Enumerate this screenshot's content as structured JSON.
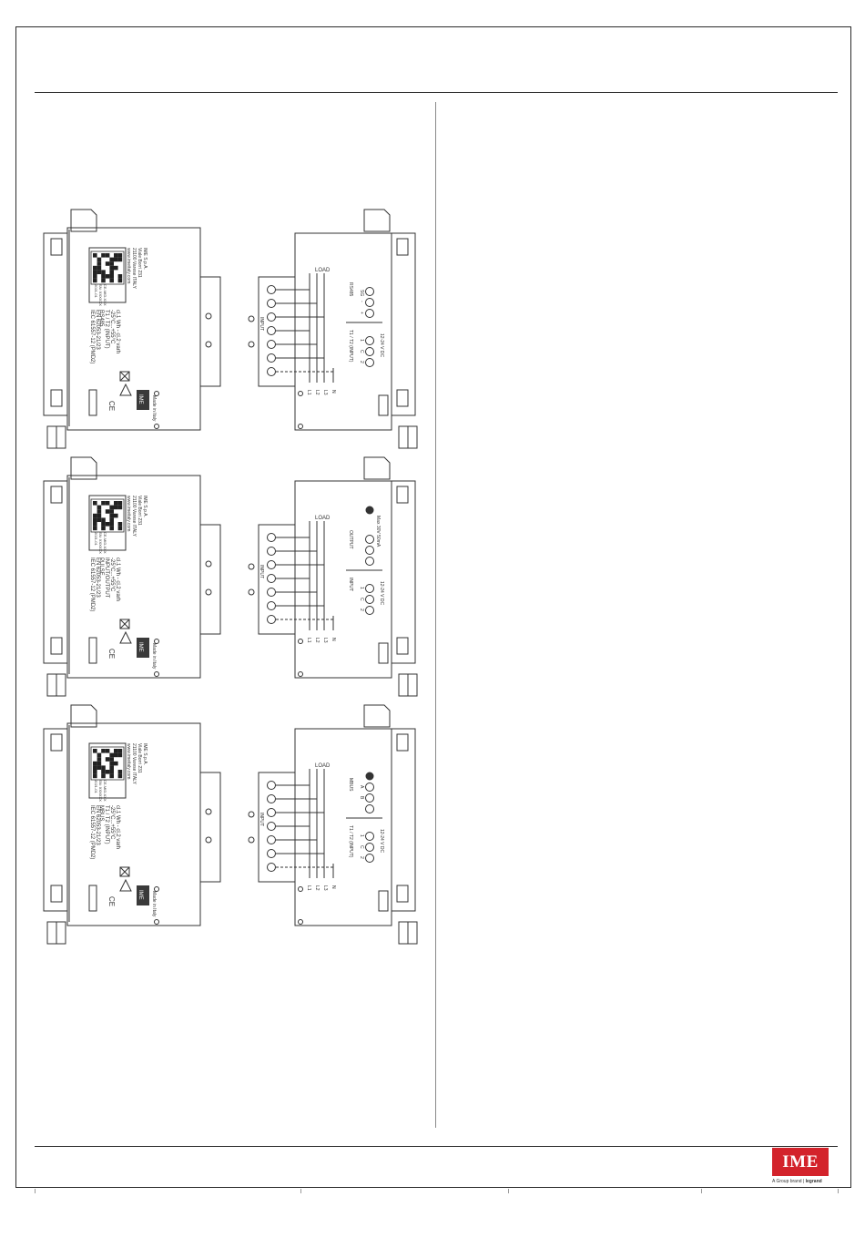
{
  "brand": {
    "logo_text": "IME",
    "tagline_prefix": "A Group brand",
    "tagline_brand": "legrand"
  },
  "devices": [
    {
      "front": {
        "manufacturer_lines": [
          "IME S.p.A.",
          "Viale Borri 231",
          "21100 Varese ITALY",
          "www.imeitaly.com"
        ],
        "qr_caption_lines": [
          "CE-MID-XXX",
          "SN: XXXXXX",
          "2021-01"
        ],
        "class_lines": [
          "cl.1 Wh - cl.2 varh",
          "-25°C...+55°C",
          "T1 / T2 (INPUT)",
          "RS485"
        ],
        "standards_lines": [
          "EN 62053-21/23",
          "IEC 61557-12 (PMD2)"
        ],
        "made_in": "Made in Italy",
        "badge": "IME"
      },
      "back": {
        "load_label": "LOAD",
        "input_label": "INPUT",
        "phase_labels": [
          "L1",
          "L2",
          "L3",
          "N"
        ],
        "comm_title": "RS485",
        "comm_terminals": [
          "SG",
          "-",
          "+"
        ],
        "input_title": "T1 / T2 (INPUT)",
        "input_terminals": [
          "1",
          "C",
          "2"
        ],
        "supply_label": "12-24 V DC"
      }
    },
    {
      "front": {
        "manufacturer_lines": [
          "IME S.p.A.",
          "Viale Borri 231",
          "21100 Varese ITALY",
          "www.imeitaly.com"
        ],
        "qr_caption_lines": [
          "CE-MID-XXX",
          "SN: XXXXXX",
          "2021-01"
        ],
        "class_lines": [
          "cl.1 Wh - cl.2 varh",
          "-25°C...+55°C",
          "INPUT/OUTPUT",
          "PULSE"
        ],
        "standards_lines": [
          "EN 62053-21/23",
          "IEC 61557-12 (PMD2)"
        ],
        "made_in": "Made in Italy",
        "badge": "IME"
      },
      "back": {
        "load_label": "LOAD",
        "input_label": "INPUT",
        "phase_labels": [
          "L1",
          "L2",
          "L3",
          "N"
        ],
        "comm_title": "OUTPUT",
        "comm_terminals": [
          "",
          "",
          ""
        ],
        "input_title": "INPUT",
        "input_terminals": [
          "1",
          "C",
          "2"
        ],
        "supply_label": "12-24 V DC",
        "output_note": "Max 30V 50mA"
      }
    },
    {
      "front": {
        "manufacturer_lines": [
          "IME S.p.A.",
          "Viale Borri 231",
          "21100 Varese ITALY",
          "www.imeitaly.com"
        ],
        "qr_caption_lines": [
          "CE-MID-XXX",
          "SN: XXXXXX",
          "2021-01"
        ],
        "class_lines": [
          "cl.1 Wh - cl.2 varh",
          "-25°C...+55°C",
          "T1 / T2 (INPUT)",
          "MBUS"
        ],
        "standards_lines": [
          "EN 62053-21/23",
          "IEC 61557-12 (PMD2)"
        ],
        "made_in": "Made in Italy",
        "badge": "IME"
      },
      "back": {
        "load_label": "LOAD",
        "input_label": "INPUT",
        "phase_labels": [
          "L1",
          "L2",
          "L3",
          "N"
        ],
        "comm_title": "MBUS",
        "comm_terminals": [
          "A",
          "B",
          ""
        ],
        "input_title": "T1 / T2 (INPUT)",
        "input_terminals": [
          "1",
          "C",
          "2"
        ],
        "supply_label": "12-24 V DC"
      }
    }
  ],
  "colors": {
    "frame": "#2a2a2a",
    "logo_red": "#d3232b",
    "badge_dark": "#3a3a3a",
    "line": "#333333"
  }
}
